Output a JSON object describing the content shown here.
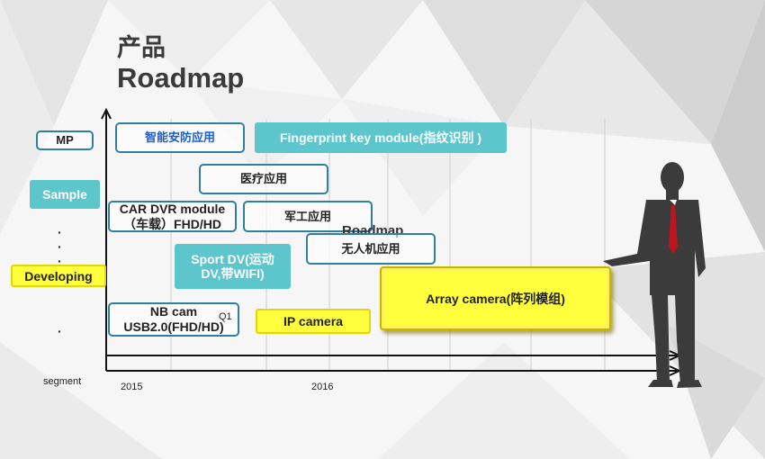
{
  "title": {
    "line1": "产品",
    "line2": "Roadmap"
  },
  "y_axis_labels": {
    "mp": "MP",
    "sample": "Sample",
    "developing": "Developing",
    "segment": "segment",
    "dots": [
      "·",
      "·",
      "·",
      "·"
    ]
  },
  "x_axis_labels": {
    "year1": "2015",
    "year2": "2016"
  },
  "items": {
    "security": "智能安防应用",
    "fingerprint": "Fingerprint key module(指纹识别 )",
    "medical": "医疗应用",
    "car_dvr": "CAR DVR module（车载）FHD/HD",
    "military": "军工应用",
    "roadmap": "Roadmap",
    "drone": "无人机应用",
    "sport_dv": "Sport DV(运动DV,带WIFI)",
    "array_camera": "Array camera(阵列模组)",
    "nb_cam": "NB cam USB2.0(FHD/HD)",
    "q1": "Q1",
    "ip_camera": "IP camera"
  },
  "colors": {
    "teal": "#5cc6cc",
    "yellow": "#ffff3d",
    "outline_blue": "#2f7fa0",
    "blue_text": "#1a5fd0",
    "tie_red": "#c0151f"
  },
  "icons": {
    "person": "businessman-silhouette"
  }
}
